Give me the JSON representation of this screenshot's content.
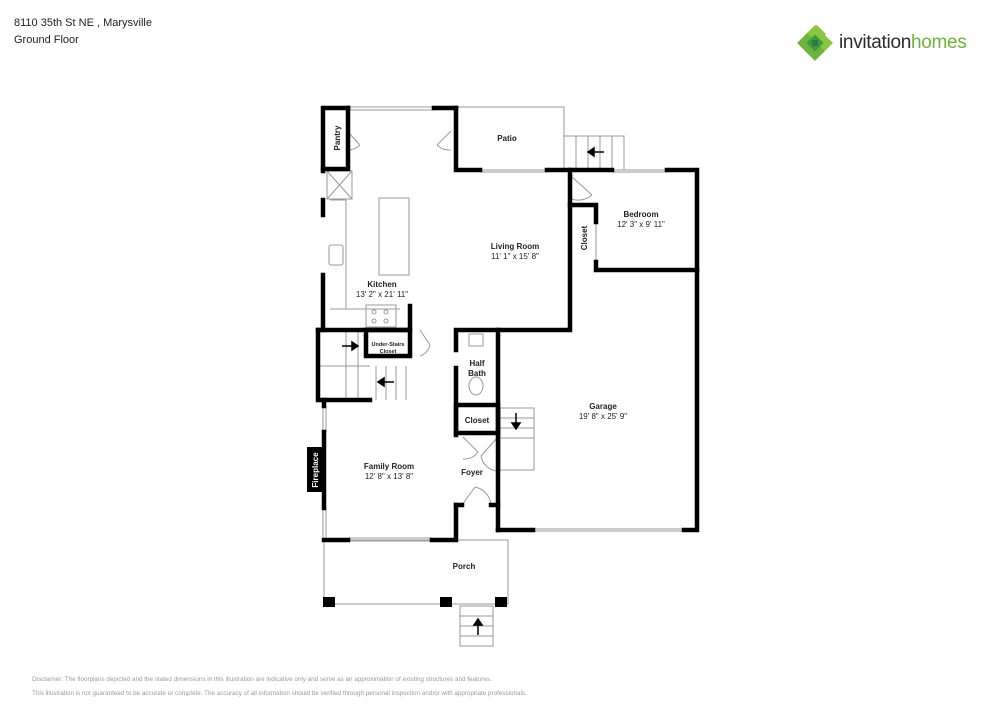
{
  "header": {
    "address": "8110 35th St NE , Marysville",
    "floor": "Ground Floor"
  },
  "logo": {
    "word1": "invitation",
    "word2": "homes",
    "colors": {
      "dark": "#2b2b2b",
      "green": "#6cb33f",
      "green_light": "#8cc63f",
      "green_dark": "#3a9a45"
    }
  },
  "rooms": {
    "pantry": {
      "name": "Pantry"
    },
    "kitchen": {
      "name": "Kitchen",
      "dims": "13' 2\" x 21' 11\""
    },
    "patio": {
      "name": "Patio"
    },
    "living_room": {
      "name": "Living Room",
      "dims": "11' 1\" x 15' 8\""
    },
    "bedroom": {
      "name": "Bedroom",
      "dims": "12' 3\" x 9' 11\""
    },
    "bedroom_closet": {
      "name": "Closet"
    },
    "under_stairs_closet": {
      "line1": "Under-Stairs",
      "line2": "Closet"
    },
    "half_bath": {
      "line1": "Half",
      "line2": "Bath"
    },
    "foyer_closet": {
      "name": "Closet"
    },
    "garage": {
      "name": "Garage",
      "dims": "19' 8\" x 25' 9\""
    },
    "fireplace": {
      "name": "Fireplace"
    },
    "family_room": {
      "name": "Family Room",
      "dims": "12' 8\" x 13' 8\""
    },
    "foyer": {
      "name": "Foyer"
    },
    "porch": {
      "name": "Porch"
    }
  },
  "disclaimer": {
    "line1": "Disclaimer: The floorplans depicted and the stated dimensions in this illustration are indicative only and serve as an approximation of existing structures and features.",
    "line2": "This illustration is not guaranteed to be accurate or complete. The accuracy of all information should be verified through personal inspection and/or with appropriate professionals."
  }
}
